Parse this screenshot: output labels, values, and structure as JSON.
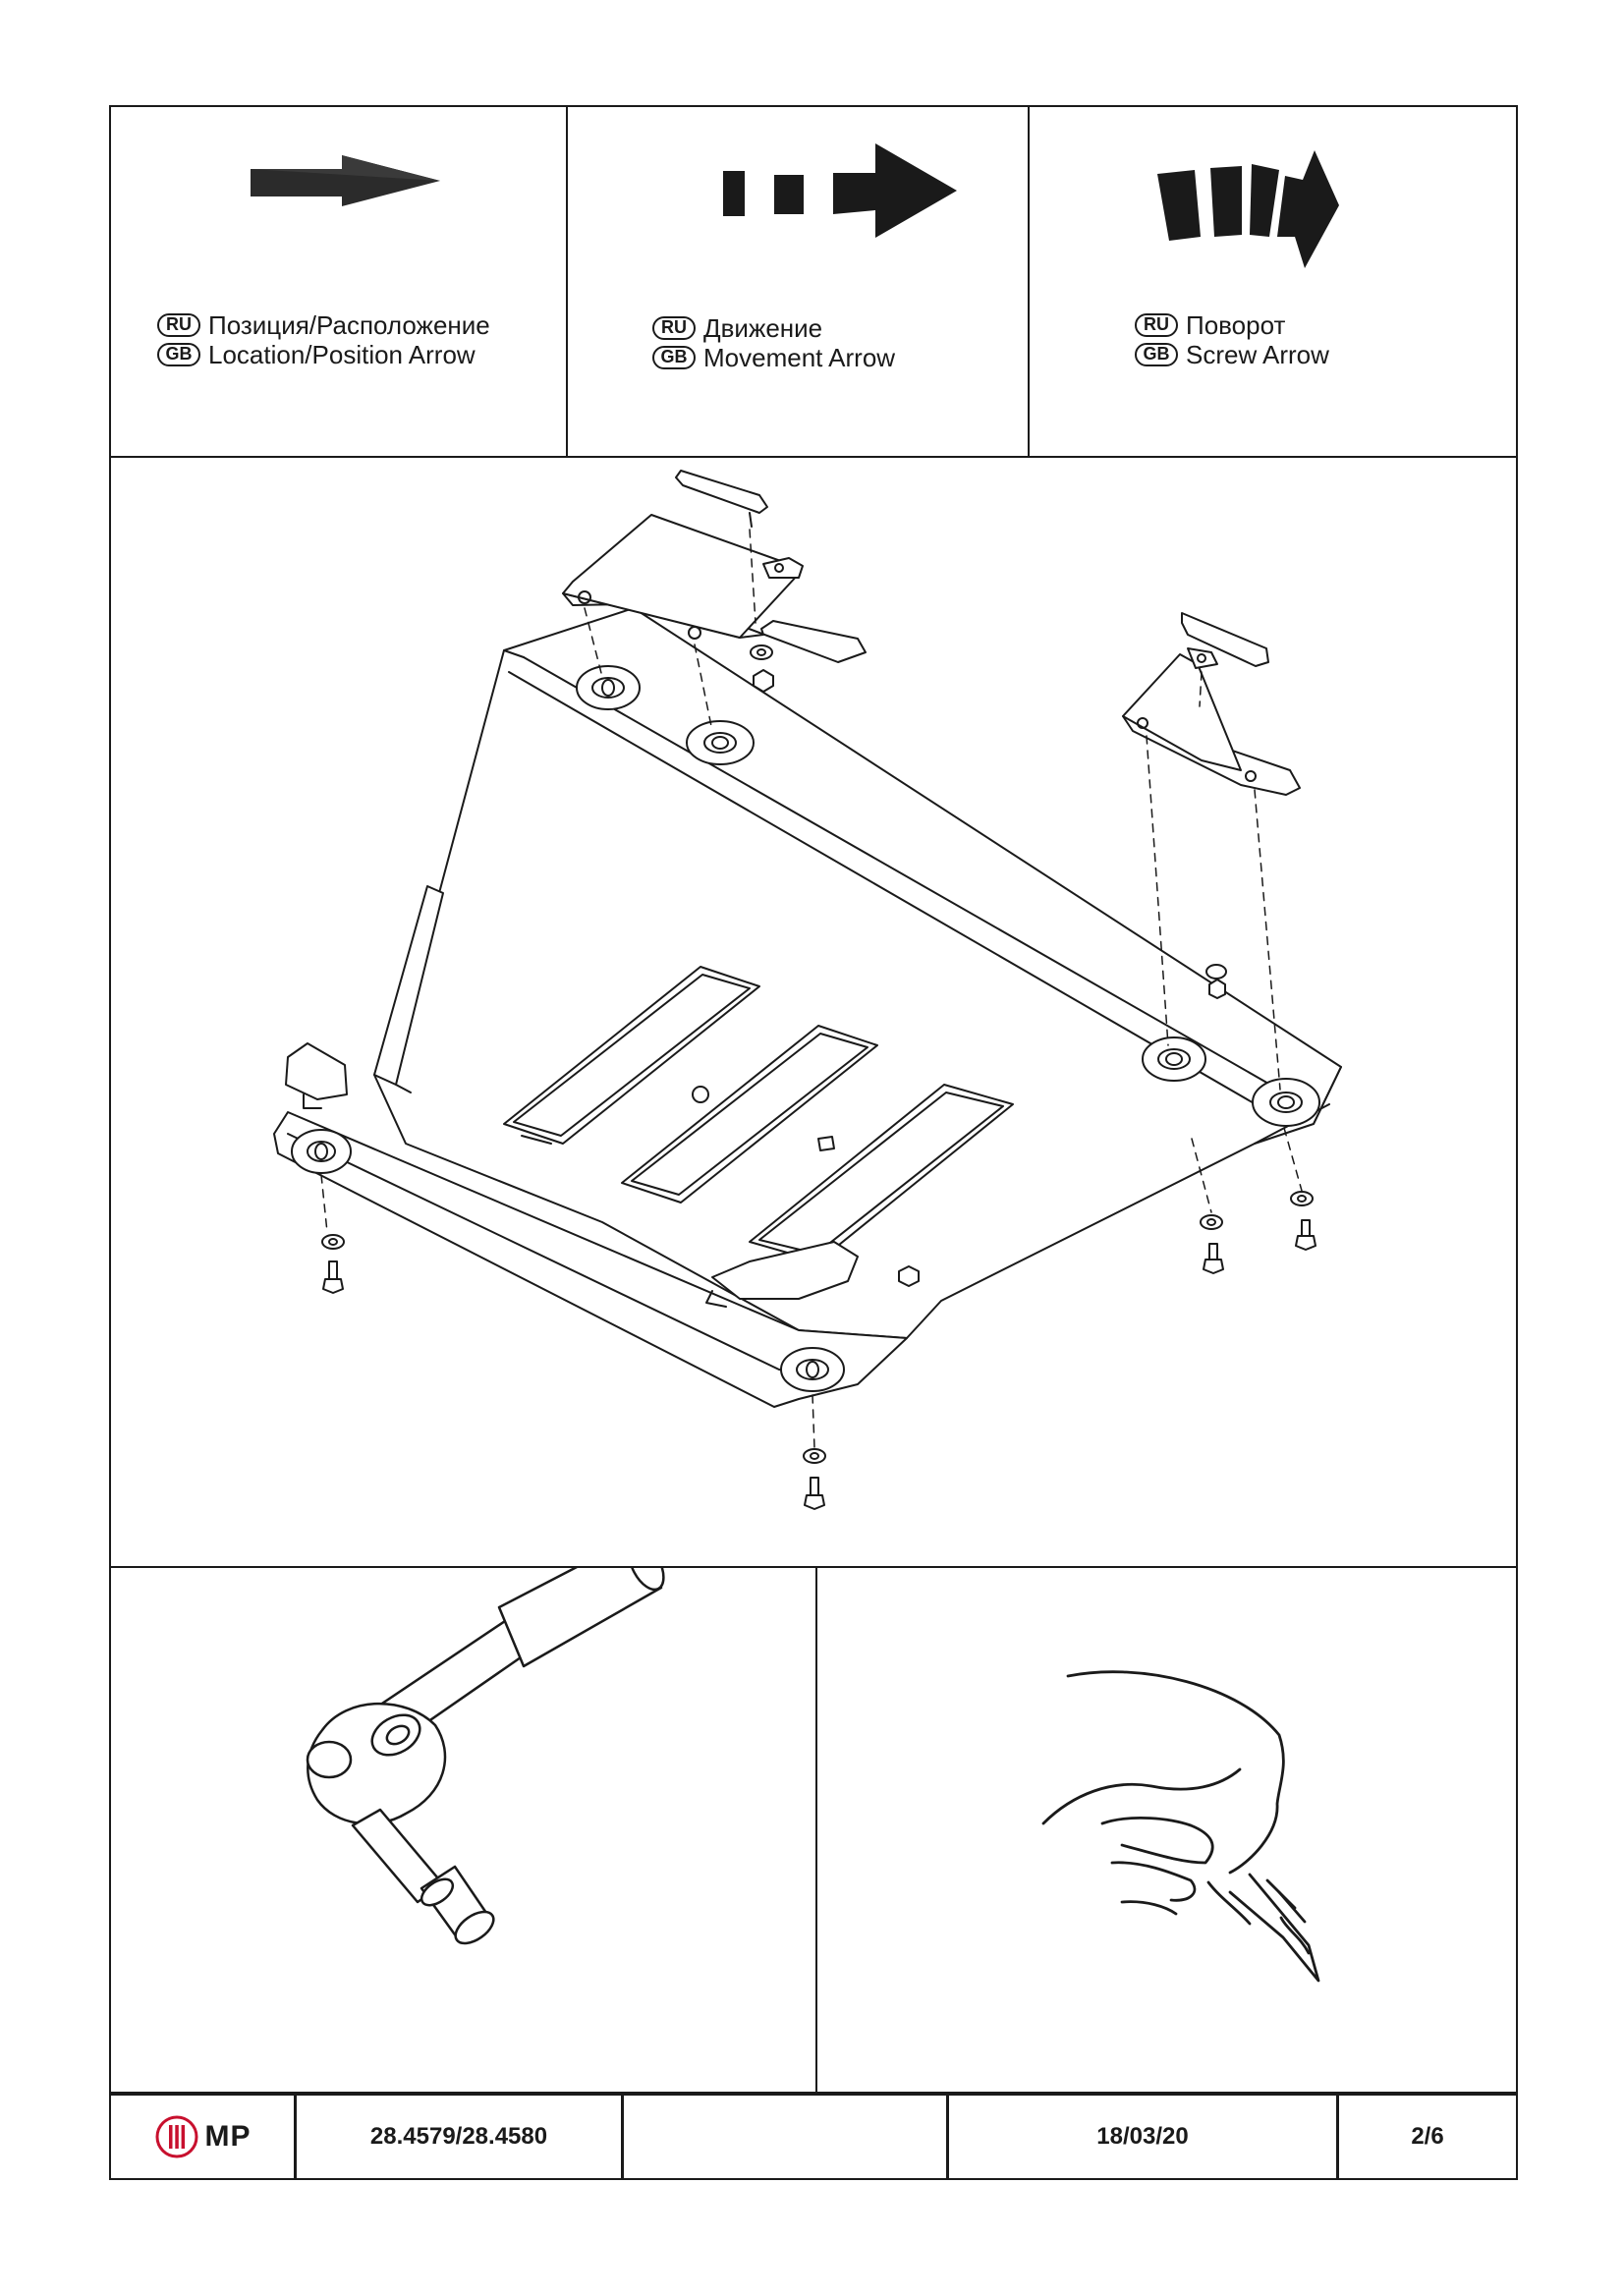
{
  "legend": [
    {
      "ru_badge": "RU",
      "ru_text": "Позиция/Расположение",
      "gb_badge": "GB",
      "gb_text": "Location/Position Arrow",
      "icon": "location-arrow-icon"
    },
    {
      "ru_badge": "RU",
      "ru_text": "Движение",
      "gb_badge": "GB",
      "gb_text": "Movement Arrow",
      "icon": "movement-arrow-icon"
    },
    {
      "ru_badge": "RU",
      "ru_text": "Поворот",
      "gb_badge": "GB",
      "gb_text": "Screw Arrow",
      "icon": "screw-arrow-icon"
    }
  ],
  "tools": [
    "ratchet-wrench-icon",
    "hand-utility-knife-icon"
  ],
  "titleblock": {
    "logo_text": "MP",
    "part_number": "28.4579/28.4580",
    "blank": "",
    "date": "18/03/20",
    "page": "2/6"
  },
  "colors": {
    "line": "#1a1a1a",
    "background": "#ffffff",
    "accent": "#c8102e"
  }
}
